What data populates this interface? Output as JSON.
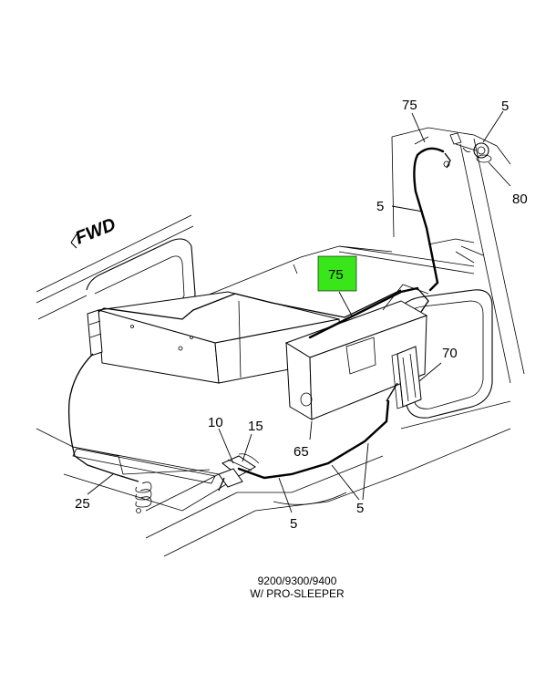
{
  "direction_label": "FWD",
  "callouts": {
    "c75_top": "75",
    "c5_top_right": "5",
    "c80": "80",
    "c5_left_upper": "5",
    "c75_highlight": "75",
    "c70": "70",
    "c10": "10",
    "c15": "15",
    "c65": "65",
    "c25": "25",
    "c5_bottom_mid": "5",
    "c5_bottom_right": "5"
  },
  "caption": {
    "line1": "9200/9300/9400",
    "line2": "W/ PRO-SLEEPER"
  },
  "colors": {
    "highlight": "#39e619",
    "ink": "#000000"
  }
}
